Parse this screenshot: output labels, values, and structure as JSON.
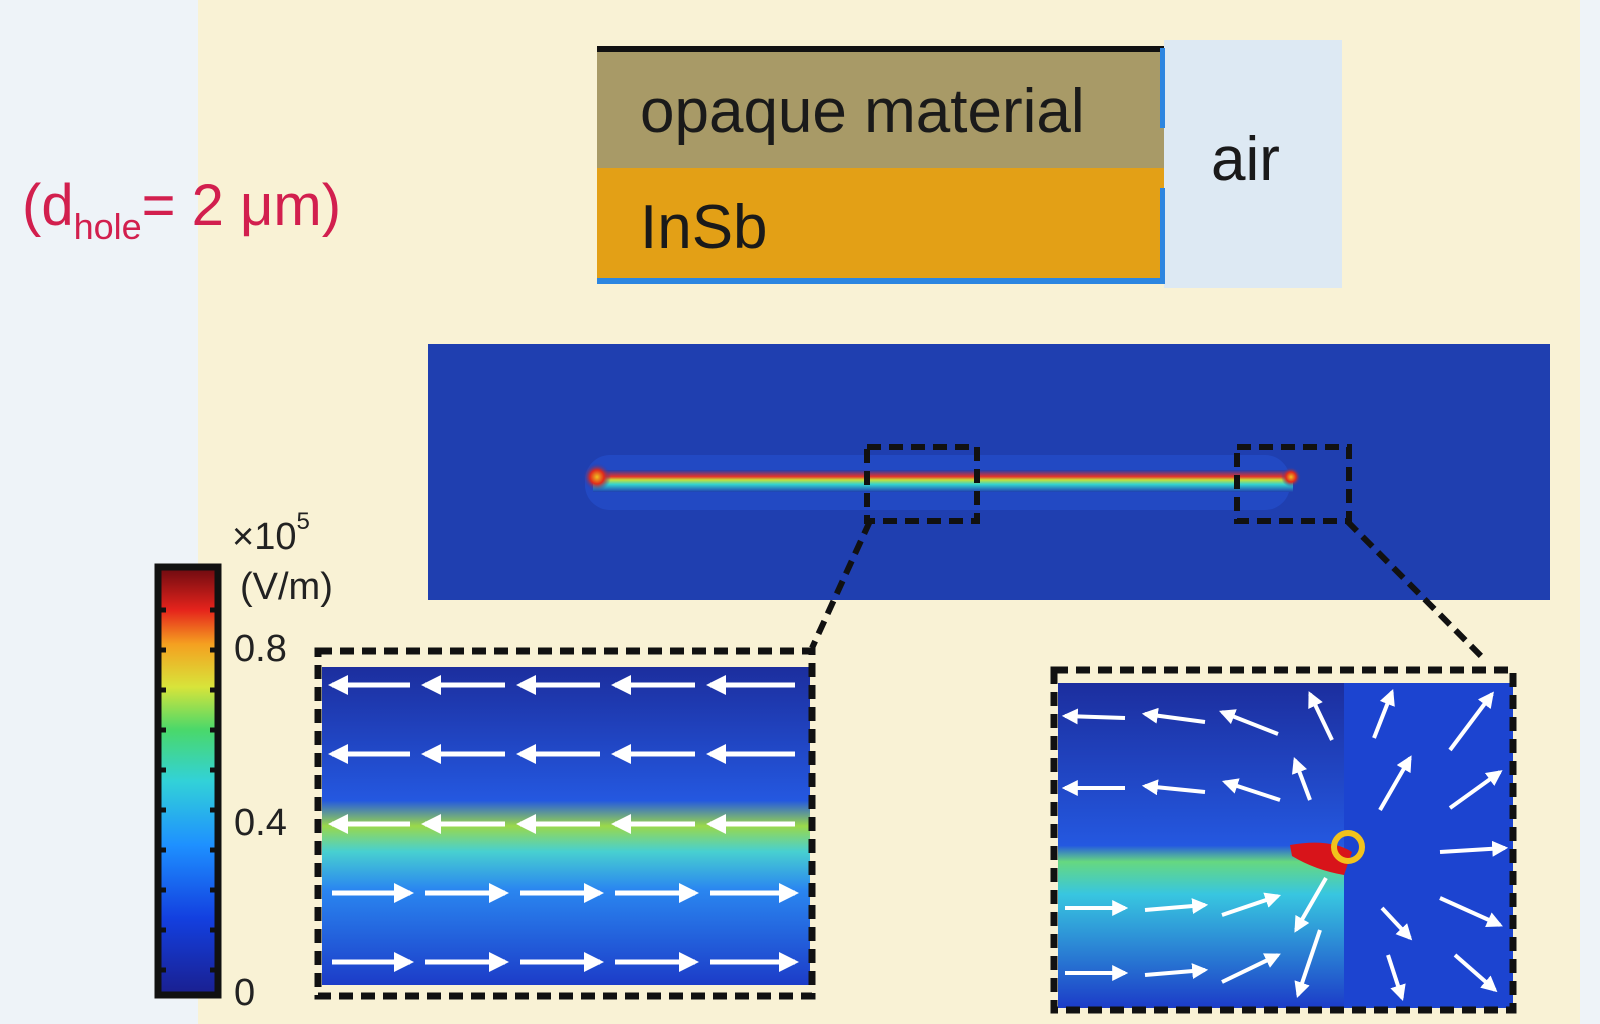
{
  "hole_label": {
    "prefix": "(d",
    "subscript": "hole",
    "suffix": "= 2 μm)"
  },
  "layers": {
    "opaque": "opaque material",
    "insb": "InSb",
    "air": "air"
  },
  "colorbar": {
    "multiplier": "×10",
    "exponent": "5",
    "unit": "(V/m)",
    "ticks": [
      "0.8",
      "0.4",
      "0"
    ]
  },
  "colors": {
    "hole_label": "#d21f4e",
    "opaque": "#a89a67",
    "insb": "#e3a016",
    "air": "#dde9f3",
    "boundary": "#2d86e0",
    "field_background": "#1f3fb0",
    "panel_background": "#f9f2d5"
  }
}
